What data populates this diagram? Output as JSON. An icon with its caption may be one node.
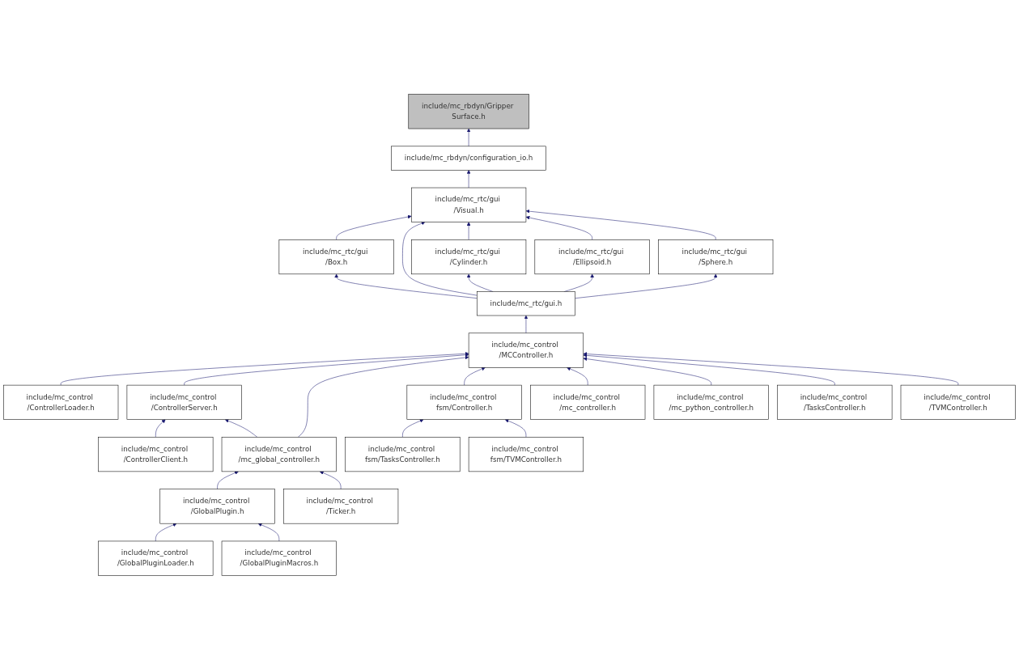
{
  "diagram": {
    "nodes": [
      {
        "text": [
          "include/mc_rbdyn/Gripper Surface.h"
        ]
      },
      {
        "text": [
          "include/mc_rbdyn/configuration_io.h"
        ]
      },
      {
        "text": [
          "include/mc_rtc/gui /Visual.h"
        ]
      },
      {
        "text": [
          "include/mc_rtc/gui /Box.h"
        ]
      },
      {
        "text": [
          "include/mc_rtc/gui /Cylinder.h"
        ]
      },
      {
        "text": [
          "include/mc_rtc/gui /Ellipsoid.h"
        ]
      },
      {
        "text": [
          "include/mc_rtc/gui /Sphere.h"
        ]
      },
      {
        "text": [
          "include/mc_rtc/gui.h"
        ]
      },
      {
        "text": [
          "include/mc_control /MCController.h"
        ]
      },
      {
        "text": [
          "include/mc_control /ControllerLoader.h"
        ]
      },
      {
        "text": [
          "include/mc_control /ControllerServer.h"
        ]
      },
      {
        "text": [
          "include/mc_control fsm/Controller.h"
        ]
      },
      {
        "text": [
          "include/mc_control /mc_controller.h"
        ]
      },
      {
        "text": [
          "include/mc_control /mc_python_controller.h"
        ]
      },
      {
        "text": [
          "include/mc_control /TasksController.h"
        ]
      },
      {
        "text": [
          "include/mc_control /TVMController.h"
        ]
      },
      {
        "text": [
          "include/mc_control /ControllerClient.h"
        ]
      },
      {
        "text": [
          "include/mc_control /mc_global_controller.h"
        ]
      },
      {
        "text": [
          "include/mc_control fsm/TasksController.h"
        ]
      },
      {
        "text": [
          "include/mc_control fsm/TVMController.h"
        ]
      },
      {
        "text": [
          "include/mc_control /GlobalPlugin.h"
        ]
      },
      {
        "text": [
          "include/mc_control /Ticker.h"
        ]
      },
      {
        "text": [
          "include/mc_control /GlobalPluginLoader.h"
        ]
      },
      {
        "text": [
          "include/mc_control /GlobalPluginMacros.h"
        ]
      }
    ],
    "edges": [
      {
        "from": 1,
        "to": 0,
        "arrow": "to"
      },
      {
        "from": 2,
        "to": 1,
        "arrow": "to"
      },
      {
        "from": 3,
        "to": 2,
        "arrow": "to"
      },
      {
        "from": 7,
        "to": 2,
        "arrow": "to"
      },
      {
        "from": 4,
        "to": 2,
        "arrow": "to"
      },
      {
        "from": 5,
        "to": 2,
        "arrow": "to"
      },
      {
        "from": 6,
        "to": 2,
        "arrow": "to"
      },
      {
        "from": 7,
        "to": 3,
        "arrow": "to"
      },
      {
        "from": 7,
        "to": 4,
        "arrow": "to"
      },
      {
        "from": 7,
        "to": 5,
        "arrow": "to"
      },
      {
        "from": 7,
        "to": 6,
        "arrow": "to"
      },
      {
        "from": 8,
        "to": 7,
        "arrow": "to"
      },
      {
        "from": 9,
        "to": 8,
        "arrow": "to"
      },
      {
        "from": 10,
        "to": 8,
        "arrow": "to"
      },
      {
        "from": 17,
        "to": 8,
        "arrow": "to"
      },
      {
        "from": 11,
        "to": 8,
        "arrow": "to"
      },
      {
        "from": 12,
        "to": 8,
        "arrow": "to"
      },
      {
        "from": 13,
        "to": 8,
        "arrow": "to"
      },
      {
        "from": 14,
        "to": 8,
        "arrow": "to"
      },
      {
        "from": 15,
        "to": 8,
        "arrow": "to"
      },
      {
        "from": 16,
        "to": 10,
        "arrow": "to"
      },
      {
        "from": 17,
        "to": 10,
        "arrow": "to"
      },
      {
        "from": 18,
        "to": 11,
        "arrow": "to"
      },
      {
        "from": 19,
        "to": 11,
        "arrow": "to"
      },
      {
        "from": 20,
        "to": 17,
        "arrow": "to"
      },
      {
        "from": 21,
        "to": 17,
        "arrow": "to"
      },
      {
        "from": 22,
        "to": 20,
        "arrow": "to"
      },
      {
        "from": 23,
        "to": 20,
        "arrow": "to"
      }
    ]
  }
}
